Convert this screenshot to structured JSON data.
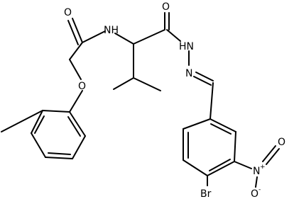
{
  "molecule": {
    "atoms": {
      "o_amide1": "O",
      "nh_amide": "NH",
      "o_amide2": "O",
      "hn_hydrazide": "HN",
      "n_imine": "N",
      "o_ether": "O",
      "n_nitro": "N",
      "n_nitro_charge": "+",
      "o_nitro_double": "O",
      "o_nitro_single": "O",
      "o_nitro_charge": "-",
      "br": "Br"
    }
  },
  "colors": {
    "bond": "#000000",
    "label": "#000000",
    "background": "#ffffff"
  }
}
